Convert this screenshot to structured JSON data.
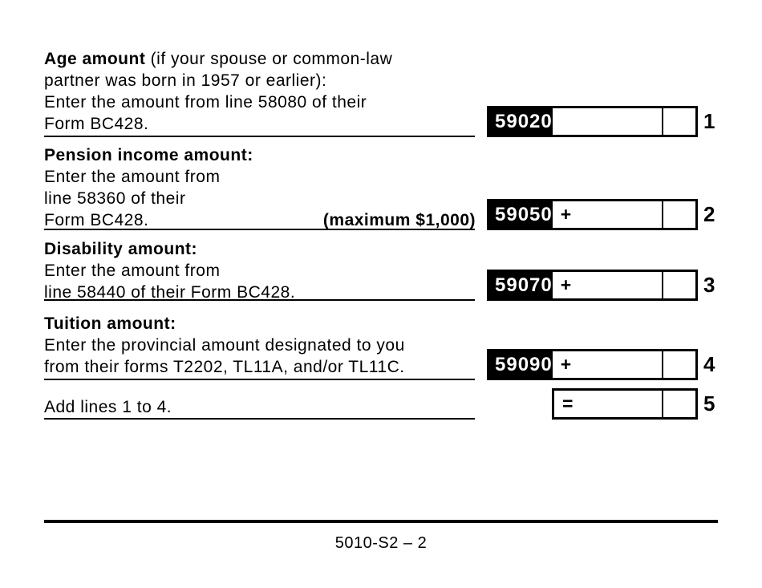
{
  "form": {
    "sections": [
      {
        "heading_bold": "Age amount",
        "heading_rest": " (if your spouse or common-law",
        "line2": "partner was born in 1957 or earlier):",
        "line3": "Enter the amount from line 58080 of their",
        "line4": "Form BC428.",
        "code": "59020",
        "line_no": "1"
      },
      {
        "heading_bold": "Pension income amount:",
        "line2": "Enter the amount from",
        "line3": "line 58360 of their",
        "line4": "Form BC428.",
        "max_note": "(maximum $1,000)",
        "code": "59050",
        "operator": "+",
        "line_no": "2"
      },
      {
        "heading_bold": "Disability amount:",
        "line2": "Enter the amount from",
        "line3": "line 58440 of their Form BC428.",
        "code": "59070",
        "operator": "+",
        "line_no": "3"
      },
      {
        "heading_bold": "Tuition amount:",
        "line2": "Enter the provincial amount designated to you",
        "line3": "from their forms T2202, TL11A, and/or TL11C.",
        "code": "59090",
        "operator": "+",
        "line_no": "4"
      },
      {
        "text": "Add lines 1 to 4.",
        "operator": "=",
        "line_no": "5"
      }
    ],
    "footer": {
      "page_code": "5010-S2 – 2"
    }
  }
}
